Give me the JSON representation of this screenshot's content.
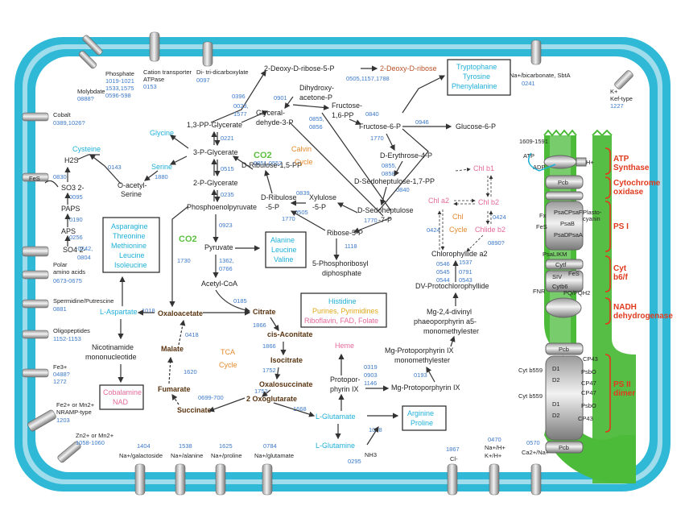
{
  "membrane_transporters": {
    "phosphate": {
      "label": "Phosphate",
      "refs": [
        "1019-1021",
        "1533,1575",
        "0596-598"
      ]
    },
    "molybdate": {
      "label": "Molybdate",
      "ref": "0888?"
    },
    "cation_atpase": {
      "label1": "Cation transporter",
      "label2": "ATPase",
      "ref": "0153"
    },
    "di_tricarboxylate": {
      "label": "Di- tri-dicarboxylate",
      "ref": "0097"
    },
    "bicarbonate": {
      "label": "Na+/bicarbonate, SbtA",
      "ref": "0241"
    },
    "kef": {
      "label1": "K+",
      "label2": "Kef-type",
      "ref": "1227"
    },
    "cobalt": {
      "label": "Cobalt",
      "ref": "0389,1026?"
    },
    "polar_aa": {
      "label1": "Polar",
      "label2": "amino acids",
      "ref": "0673-0675"
    },
    "spermidine": {
      "label": "Spermidine/Putrescine",
      "ref": "0881"
    },
    "oligopeptides": {
      "label": "Oligopeptides",
      "ref": "1152-1153"
    },
    "fe3": {
      "label": "Fe3+",
      "ref1": "0488?",
      "ref2": "1272"
    },
    "nramp": {
      "label1": "Fe2+ or Mn2+",
      "label2": "NRAMP-type",
      "ref": "1203"
    },
    "zn": {
      "label": "Zn2+ or Mn2+",
      "ref": "1058-1060"
    },
    "galactoside": {
      "label": "Na+/galactoside",
      "ref": "1404"
    },
    "alanine": {
      "label": "Na+/alanine",
      "ref": "1538"
    },
    "proline": {
      "label": "Na+/proline",
      "ref": "1625"
    },
    "glutamate_t": {
      "label": "Na+/glutamate",
      "ref": "0784"
    },
    "chloride": {
      "label": "Cl-",
      "ref": "1867"
    },
    "na_h": {
      "label1": "Na+/H+",
      "label2": "K+/H+",
      "ref": "0470"
    },
    "ca_na": {
      "label": "Ca2+/Na+",
      "ref": "0570"
    },
    "nh3": {
      "label": "NH3",
      "ref": "0295"
    }
  },
  "sulfur": {
    "h2s": "H2S",
    "so3": "SO3 2-",
    "paps": "PAPS",
    "aps": "APS",
    "so4": "SO4 2-",
    "refs": {
      "h2s_so3": "0830",
      "so3_paps": "0095",
      "paps_aps": "0190",
      "aps_so4": "0256",
      "so4": "-0242,",
      "so4b": "0804",
      "fes": "FeS",
      "h2s_cys": "0143"
    }
  },
  "metabolites": {
    "cysteine": "Cysteine",
    "serine": "Serine",
    "glycine": "Glycine",
    "o_acetyl_serine": "O-acetyl-\nSerine",
    "pg13": "1,3-PP-Glycerate",
    "pg3": "3-P-Glycerate",
    "pg2": "2-P-Glycerate",
    "pep": "Phosphoenolpyruvate",
    "pyruvate": "Pyruvate",
    "acetyl_coa": "Acetyl-CoA",
    "deoxyribose5p": "2-Deoxy-D-ribose-5-P",
    "deoxyribose": "2-Deoxy-D-ribose",
    "dhap": "Dihydroxy-\nacetone-P",
    "gap": "Glyceral-\ndehyde-3-P",
    "fbp": "Fructose-\n1,6-PP",
    "f6p": "Fructose-6-P",
    "g6p": "Glucose-6-P",
    "e4p": "D-Erythrose-4-P",
    "s17bp": "D-Sedoheptulose-1,7-PP",
    "s7p": "D-Sedoheptulose\n-7-P",
    "rubp": "D-Ribulose-1,5-PP",
    "ru5p": "D-Ribulose\n-5-P",
    "xu5p": "Xylulose\n-5-P",
    "r5p": "Ribose-5-P",
    "prpp": "5-Phosphoribosyl\ndiphosphate",
    "oxaloacetate": "Oxaloacetate",
    "citrate": "Citrate",
    "cis_aconitate": "cis-Aconitate",
    "isocitrate": "Isocitrate",
    "oxalosuccinate": "Oxalosuccinate",
    "oxoglutarate": "2 Oxoglutarate",
    "succinate": "Succinate",
    "fumarate": "Fumarate",
    "malate": "Malate",
    "l_aspartate": "L-Aspartate",
    "nicotinamide": "Nicotinamide\nmononucleotide",
    "l_glutamate": "L-Glutamate",
    "l_glutamine": "L-Glutamine",
    "heme": "Heme",
    "protoporphyrin": "Protopor-\nphyrin IX",
    "mg_proto": "Mg-Protoporphyrin IX",
    "mg_proto_me": "Mg-Protoporphyrin IX\nmonomethylester",
    "mg_divinyl": "Mg-2,4-divinyl\nphaeoporphyrin a5-\nmonomethylester",
    "dv_pchlide": "DV-Protochlorophyllide",
    "chlide_a2": "Chlorophyllide a2",
    "chl_b1": "Chl b1",
    "chl_a2": "Chl a2",
    "chl_b2": "Chl b2",
    "chlide_b2": "Chlide b2"
  },
  "boxes": {
    "aromatic": [
      "Tryptophane",
      "Tyrosine",
      "Phenylalanine"
    ],
    "asp_family": [
      "Asparagine",
      "Threonine",
      "Methionine",
      "Leucine",
      "Isoleucine"
    ],
    "branched": [
      "Alanine",
      "Leucine",
      "Valine"
    ],
    "purines": [
      "Histidine",
      "Purines, Pyrimidines",
      "Riboflavin, FAD, Folate"
    ],
    "cobalamine": [
      "Cobalamine",
      "NAD"
    ],
    "arginine": [
      "Arginine",
      "Proline"
    ]
  },
  "cycles": {
    "calvin": "Calvin\nCycle",
    "tca": "TCA\nCycle",
    "chl": "Chl\nCycle",
    "co2a": "CO2",
    "co2b": "CO2"
  },
  "enzyme_refs": {
    "r0396": "0396",
    "r0023": "0023,",
    "r1577": "1577",
    "r0901": "0901",
    "r0855": "0855,",
    "r0856": "0856",
    "r0840": "0840",
    "r0505a": "0505,1157,1788",
    "r0946": "0946",
    "r1770a": "1770",
    "r0855b": "0855,",
    "r0858": "0858",
    "r0840b": "0840",
    "r0221": "0221",
    "r0515": "0515",
    "r0851": "0851,0552",
    "r0235": "0235",
    "r0839": "0839",
    "r0505b": "0505",
    "r1770b": "1770",
    "r1770c": "1770",
    "r1880": "1880",
    "r0923": "0923",
    "r1362": "1362,",
    "r0766": "0766",
    "r1730": "1730",
    "r1118": "1118",
    "r0185": "0185",
    "r1018": "1018",
    "r0418": "0418",
    "r1866a": "1866",
    "r1866b": "1866",
    "r1620": "1620",
    "r1752a": "1752",
    "r1752b": "1752",
    "r0699": "0699-700",
    "r1668": "1668",
    "r1038": "1038",
    "r0319": "0319",
    "r0903": "0903",
    "r1146": "1146",
    "r0193": "0193",
    "r0546": "0546",
    "r0545": "0545",
    "r0544": "0544",
    "r1537": "1537",
    "r0791": "0791",
    "r0543": "0543",
    "r0424a": "0424",
    "r0424b": "0424",
    "r0890": "0890?"
  },
  "thylakoid": {
    "atp": "ATP",
    "adp": "ADP",
    "h": "H+",
    "ref": "1609-1591",
    "pcb": "Pcb",
    "psac": "PsaC",
    "psaf": "PsaF",
    "psad": "PsaD",
    "psaa": "PsaA",
    "psab": "PsaB",
    "fx": "Fx",
    "fes": "FeS",
    "plastocyanin": "Plasto-\ncyanin",
    "psalkm": "PsaLIKM",
    "cytf": "Cytf",
    "siv": "SIV",
    "cytb6": "Cytb6",
    "fes2": "FeS",
    "fnr": "FNR",
    "pq": "PQ/PQH2",
    "d1": "D1",
    "d2": "D2",
    "cp43": "CP43",
    "cp47": "CP47",
    "psbo": "PsbO",
    "cytb559": "Cyt b559"
  },
  "complex_labels": {
    "atp_synthase": "ATP\nSynthase",
    "cyt_oxidase": "Cytochrome\noxidase",
    "ps1": "PS I",
    "cytb6f": "Cyt\nb6/f",
    "nadh": "NADH\ndehydrogenase",
    "ps2": "PS II\ndimer"
  },
  "colors": {
    "membrane": "#2fb9d6",
    "membrane_light": "#8fd8ea",
    "thylakoid_green": "#4dbb3a",
    "bracket_red": "#e03a1e"
  }
}
